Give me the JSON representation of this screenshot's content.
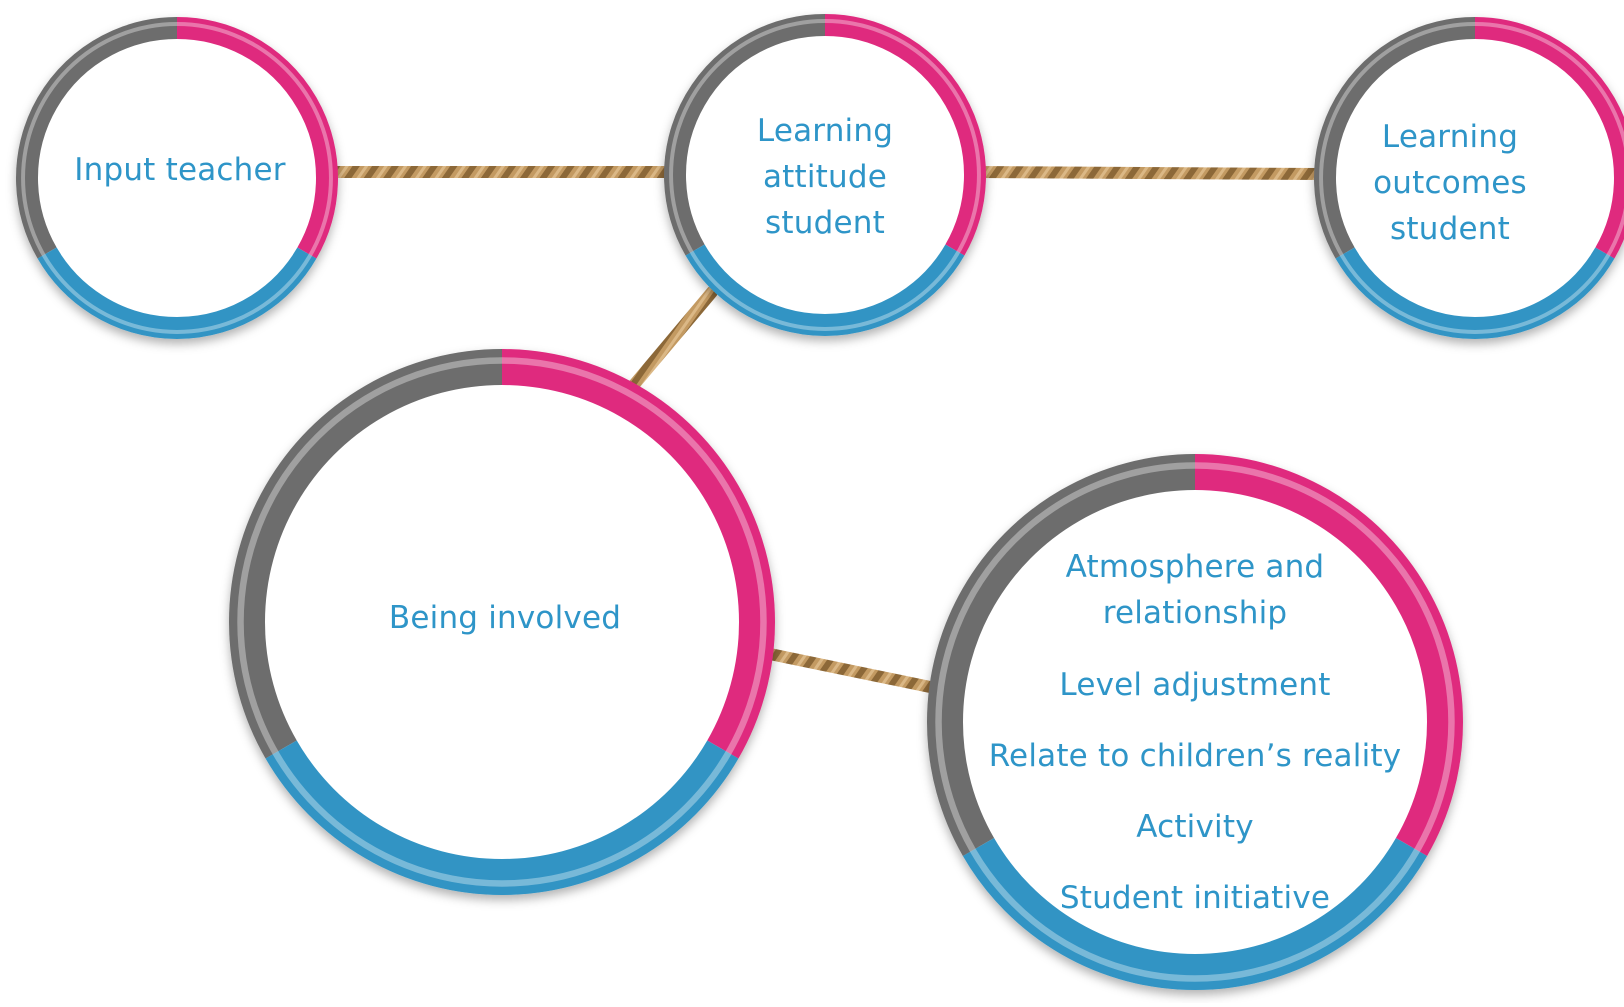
{
  "diagram": {
    "colors": {
      "gray": "#6d6d6d",
      "pink": "#df2b7e",
      "blue": "#3194c4",
      "text": "#2e95c8",
      "rope": "#b48a55"
    },
    "nodes": {
      "input_teacher": {
        "label": "Input teacher"
      },
      "learning_attitude": {
        "lines": [
          "Learning",
          "attitude",
          "student"
        ]
      },
      "learning_outcomes": {
        "lines": [
          "Learning",
          "outcomes",
          "student"
        ]
      },
      "being_involved": {
        "label": "Being involved"
      },
      "factors": {
        "items": [
          "Atmosphere and relationship",
          "Level adjustment",
          "Relate to children’s reality",
          "Activity",
          "Student initiative"
        ]
      }
    }
  }
}
